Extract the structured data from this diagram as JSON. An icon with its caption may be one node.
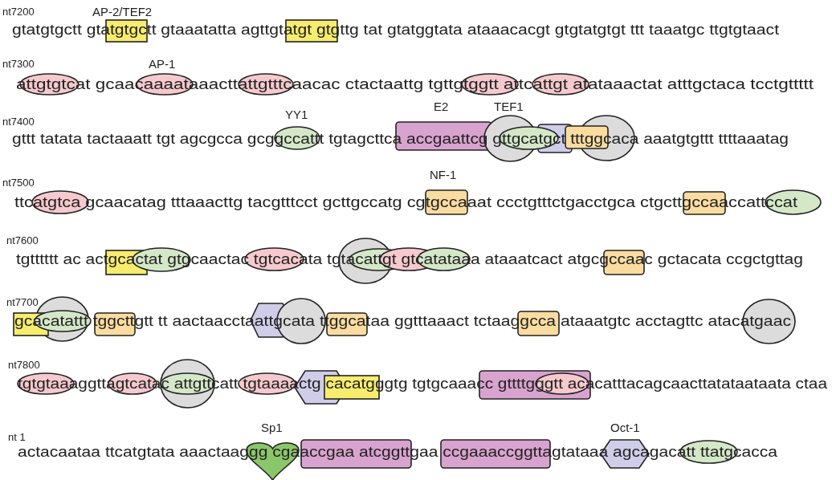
{
  "diagram": {
    "labels": [
      "nt7200",
      "AP-2/TEF2",
      "gtatgtgctt gtatgtgctt gtaaatatta agttgtatgt gtgttg tat gtatggtata ataaacacgt gtgtatgtgt ttt taaatgc ttgtgtaact",
      "nt7300",
      "AP-1",
      "attgtgtcat gcaacaaaataaacttattgtttcaacac ctactaattg tgttgtggtt attcattgt atataaactat atttgctaca tcctgttttt",
      "nt7400",
      "YY1",
      "E2",
      "TEF1",
      "gttt tatata tactaaatt tgt agcgcca gcggccattt tgtagcttca accgaattcg gttgcatgct tttggcaca aaatgtgttt ttttaaatag",
      "nt7500",
      "NF-1",
      "ttcatgtca gcaacatag tttaaacttg tacgtttcct gcttgccatg cgtgccaaat ccctgtttctgacctgca ctgcttgccaaccattccat",
      "nt7600",
      "tgtttttt ac actgcactat gtgcaactac tgtcacata tgtacattgt gtcatataaa ataaatcact atgcgccaac gctacata ccgctgttag",
      "nt7700",
      "gcacatattt tggcttgtt tt aactaacctaattgcata ttggcataa ggtttaaact tctaaggcca ataaatgtc acctagttc atacatgaac",
      "nt7800",
      "tgtgtaaaggttagtcatac attgttcatt tgtaaaactg cacatgggtg tgtgcaaacc gttttgggtt acacatttacagcaacttatataataata ctaa",
      "Sp1",
      "Oct-1",
      "nt 1",
      "actacaataa ttcatgtata aaactaaggg cgaaccgaa atcggttgaa ccgaaaccggttagtataaa agcagacatt ttatgcacca"
    ]
  }
}
